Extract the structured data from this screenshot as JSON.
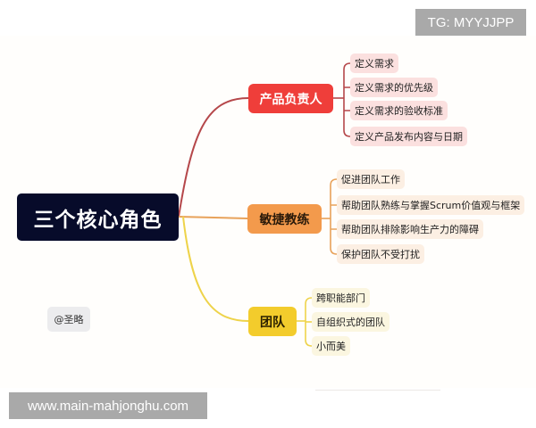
{
  "watermarks": {
    "top": "TG: MYYJJPP",
    "bottom": "www.main-mahjonghu.com"
  },
  "mindmap": {
    "root": "三个核心角色",
    "branches": [
      {
        "label": "产品负责人",
        "color": "#ef3e3a",
        "items": [
          "定义需求",
          "定义需求的优先级",
          "定义需求的验收标准",
          "定义产品发布内容与日期"
        ]
      },
      {
        "label": "敏捷教练",
        "color": "#f39a4c",
        "items": [
          "促进团队工作",
          "帮助团队熟练与掌握Scrum价值观与框架",
          "帮助团队排除影响生产力的障碍",
          "保护团队不受打扰"
        ]
      },
      {
        "label": "团队",
        "color": "#f3cc2c",
        "items": [
          "跨职能部门",
          "自组织式的团队",
          "小而美"
        ]
      }
    ],
    "author_tag": "@圣略"
  },
  "colors": {
    "root_bg": "#070b2a",
    "po_line": "#b5474a",
    "sm_line": "#e8a25a",
    "team_line": "#eed34a"
  }
}
